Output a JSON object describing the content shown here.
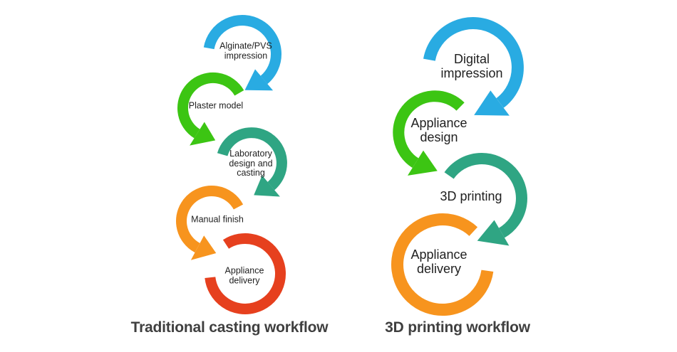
{
  "figure": {
    "background_color": "#ffffff",
    "label_text_color": "#1f1f1f",
    "caption_text_color": "#3f3f3f"
  },
  "workflows": [
    {
      "caption": "Traditional casting workflow",
      "steps": [
        {
          "label": "Alginate/PVS\nimpression",
          "color": "#29ABE2"
        },
        {
          "label": "Plaster model",
          "color": "#3CC513"
        },
        {
          "label": "Laboratory\ndesign and\ncasting",
          "color": "#2FA583"
        },
        {
          "label": "Manual finish",
          "color": "#F7941E"
        },
        {
          "label": "Appliance\ndelivery",
          "color": "#E6401E"
        }
      ]
    },
    {
      "caption": "3D printing workflow",
      "steps": [
        {
          "label": "Digital\nimpression",
          "color": "#29ABE2"
        },
        {
          "label": "Appliance\ndesign",
          "color": "#3CC513"
        },
        {
          "label": "3D printing",
          "color": "#2FA583"
        },
        {
          "label": "Appliance\ndelivery",
          "color": "#F7941E"
        }
      ]
    }
  ]
}
